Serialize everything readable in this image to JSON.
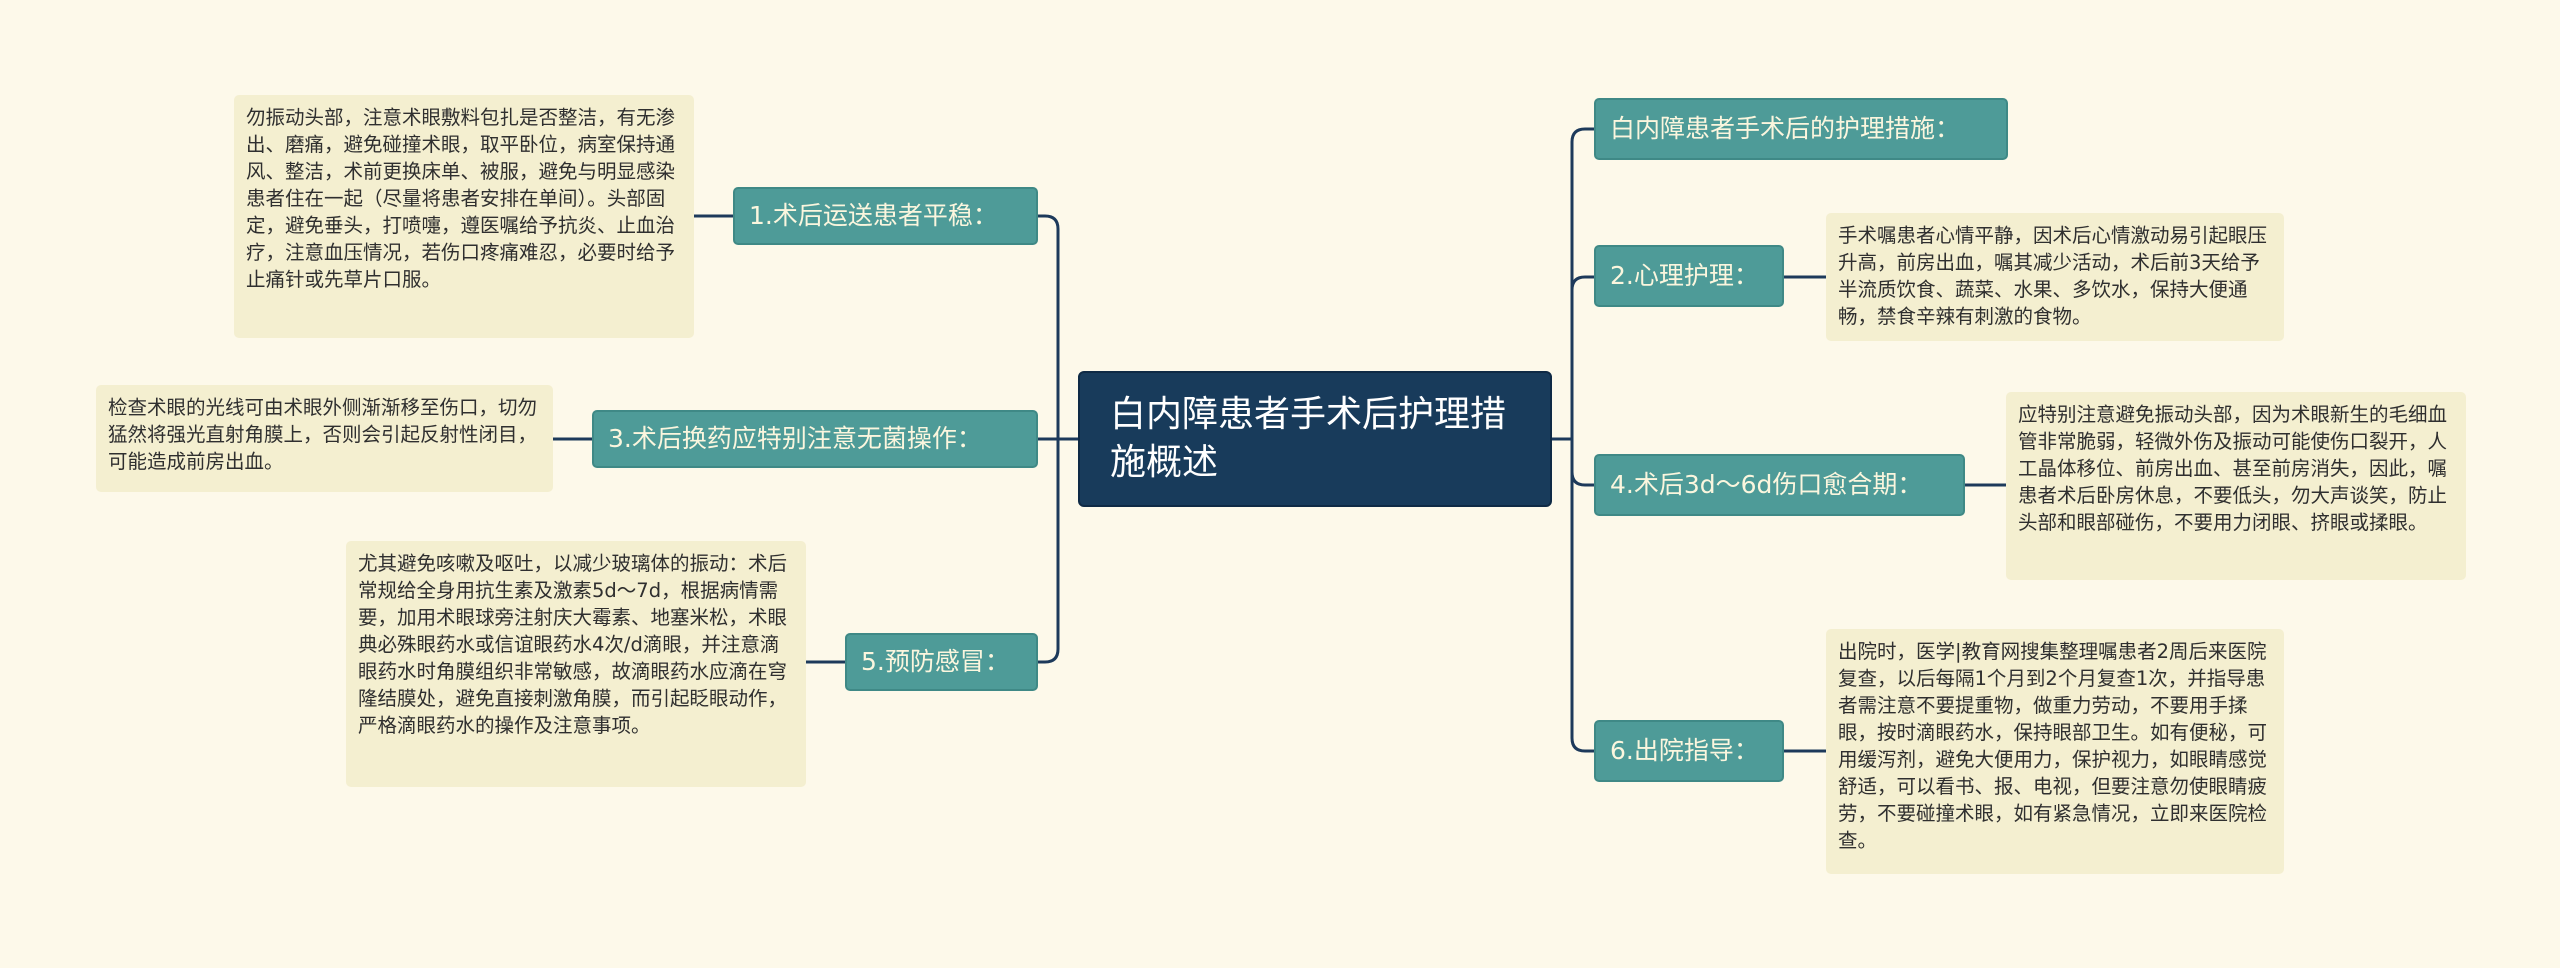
{
  "center": "白内障患者手术后护理措施概述",
  "branches": [
    {
      "label": "1.术后运送患者平稳：",
      "detail": "勿振动头部，注意术眼敷料包扎是否整洁，有无渗出、磨痛，避免碰撞术眼，取平卧位，病室保持通风、整洁，术前更换床单、被服，避免与明显感染患者住在一起（尽量将患者安排在单间）。头部固定，避免垂头，打喷嚏，遵医嘱给予抗炎、止血治疗，注意血压情况，若伤口疼痛难忍，必要时给予止痛针或先草片口服。"
    },
    {
      "label": "3.术后换药应特别注意无菌操作：",
      "detail": "检查术眼的光线可由术眼外侧渐渐移至伤口，切勿猛然将强光直射角膜上，否则会引起反射性闭目，可能造成前房出血。"
    },
    {
      "label": "5.预防感冒：",
      "detail": "尤其避免咳嗽及呕吐，以减少玻璃体的振动：术后常规给全身用抗生素及激素5d～7d，根据病情需要，加用术眼球旁注射庆大霉素、地塞米松，术眼典必殊眼药水或信谊眼药水4次/d滴眼，并注意滴眼药水时角膜组织非常敏感，故滴眼药水应滴在穹隆结膜处，避免直接刺激角膜，而引起眨眼动作，严格滴眼药水的操作及注意事项。"
    },
    {
      "label": "白内障患者手术后的护理措施：",
      "detail": ""
    },
    {
      "label": "2.心理护理：",
      "detail": "手术嘱患者心情平静，因术后心情激动易引起眼压升高，前房出血，嘱其减少活动，术后前3天给予半流质饮食、蔬菜、水果、多饮水，保持大便通畅，禁食辛辣有刺激的食物。"
    },
    {
      "label": "4.术后3d～6d伤口愈合期：",
      "detail": "应特别注意避免振动头部，因为术眼新生的毛细血管非常脆弱，轻微外伤及振动可能使伤口裂开，人工晶体移位、前房出血、甚至前房消失，因此，嘱患者术后卧房休息，不要低头，勿大声谈笑，防止头部和眼部碰伤，不要用力闭眼、挤眼或揉眼。"
    },
    {
      "label": "6.出院指导：",
      "detail": "出院时，医学|教育网搜集整理嘱患者2周后来医院复查，以后每隔1个月到2个月复查1次，并指导患者需注意不要提重物，做重力劳动，不要用手揉眼，按时滴眼药水，保持眼部卫生。如有便秘，可用缓泻剂，避免大便用力，保护视力，如眼睛感觉舒适，可以看书、报、电视，但要注意勿使眼睛疲劳，不要碰撞术眼，如有紧急情况，立即来医院检查。"
    }
  ],
  "colors": {
    "background": "#fdf9ea",
    "center_fill": "#183b5b",
    "branch_fill": "#4e9b98",
    "leaf_fill": "#f4efd0",
    "connector": "#1d3a5b"
  }
}
